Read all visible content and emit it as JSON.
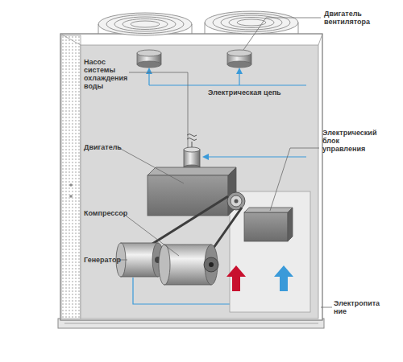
{
  "diagram": {
    "labels": [
      "Двигатель вентилятора",
      "Насос системы охлаждения воды",
      "Электрическая цепь",
      "Электрический блок управления",
      "Двигатель",
      "Компрессор",
      "Генератор",
      "Электропитание"
    ]
  }
}
